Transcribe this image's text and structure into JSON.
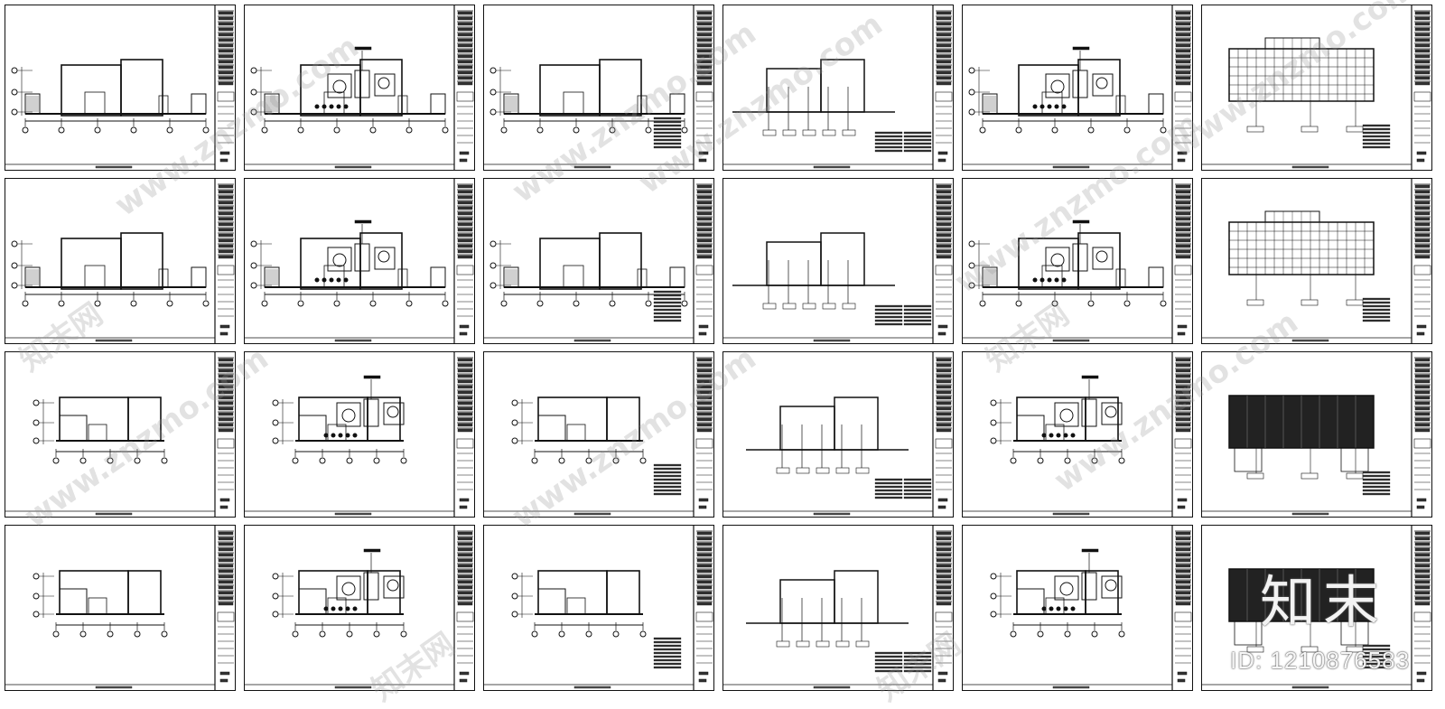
{
  "watermark": {
    "site_text": "www.znzmo.com",
    "brand_text": "知末网"
  },
  "logo": {
    "text": "知末"
  },
  "id_label": "ID: 1210876583",
  "colors": {
    "line": "#111111",
    "background": "#ffffff",
    "watermark": "#969696"
  },
  "grid": {
    "rows": 4,
    "cols": 6
  },
  "sheets": [
    {
      "row": 1,
      "col": 1,
      "kind": "plan-outline"
    },
    {
      "row": 1,
      "col": 2,
      "kind": "plan-furnished"
    },
    {
      "row": 1,
      "col": 3,
      "kind": "plan-outline-notes"
    },
    {
      "row": 1,
      "col": 4,
      "kind": "electrical"
    },
    {
      "row": 1,
      "col": 5,
      "kind": "plan-furnished"
    },
    {
      "row": 1,
      "col": 6,
      "kind": "ceiling-grid"
    },
    {
      "row": 2,
      "col": 1,
      "kind": "plan-outline"
    },
    {
      "row": 2,
      "col": 2,
      "kind": "plan-furnished"
    },
    {
      "row": 2,
      "col": 3,
      "kind": "plan-outline-notes"
    },
    {
      "row": 2,
      "col": 4,
      "kind": "electrical"
    },
    {
      "row": 2,
      "col": 5,
      "kind": "plan-furnished"
    },
    {
      "row": 2,
      "col": 6,
      "kind": "ceiling-grid"
    },
    {
      "row": 3,
      "col": 1,
      "kind": "plan-outline"
    },
    {
      "row": 3,
      "col": 2,
      "kind": "plan-furnished"
    },
    {
      "row": 3,
      "col": 3,
      "kind": "plan-outline-notes"
    },
    {
      "row": 3,
      "col": 4,
      "kind": "electrical"
    },
    {
      "row": 3,
      "col": 5,
      "kind": "plan-furnished"
    },
    {
      "row": 3,
      "col": 6,
      "kind": "ceiling-dark"
    },
    {
      "row": 4,
      "col": 1,
      "kind": "plan-outline"
    },
    {
      "row": 4,
      "col": 2,
      "kind": "plan-furnished"
    },
    {
      "row": 4,
      "col": 3,
      "kind": "plan-outline-notes"
    },
    {
      "row": 4,
      "col": 4,
      "kind": "electrical"
    },
    {
      "row": 4,
      "col": 5,
      "kind": "plan-furnished"
    },
    {
      "row": 4,
      "col": 6,
      "kind": "ceiling-dark"
    }
  ]
}
